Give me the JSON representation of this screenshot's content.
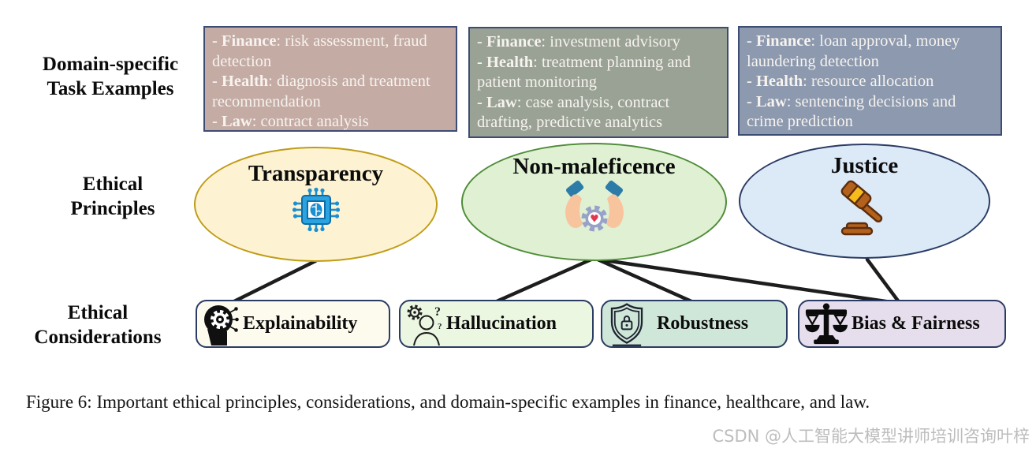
{
  "figure": {
    "caption": "Figure 6: Important ethical principles, considerations, and domain-specific examples in finance, healthcare, and law.",
    "watermark": "CSDN @人工智能大模型讲师培训咨询叶梓"
  },
  "row_labels": {
    "tasks": {
      "line1": "Domain-specific",
      "line2": "Task Examples"
    },
    "principles": {
      "line1": "Ethical",
      "line2": "Principles"
    },
    "considerations": {
      "line1": "Ethical",
      "line2": "Considerations"
    }
  },
  "task_boxes": [
    {
      "bg": "#c4aba4",
      "items": [
        {
          "label": "- Finance",
          "text": ": risk assessment, fraud detection"
        },
        {
          "label": "- Health",
          "text": ": diagnosis and treatment recommendation"
        },
        {
          "label": "- Law",
          "text": ": contract analysis"
        }
      ]
    },
    {
      "bg": "#99a294",
      "items": [
        {
          "label": "- Finance",
          "text": ": investment advisory"
        },
        {
          "label": "- Health",
          "text": ": treatment planning and patient monitoring"
        },
        {
          "label": "- Law",
          "text": ": case analysis, contract drafting, predictive analytics"
        }
      ]
    },
    {
      "bg": "#8c99ae",
      "items": [
        {
          "label": "- Finance",
          "text": ": loan approval, money laundering detection"
        },
        {
          "label": "- Health",
          "text": ": resource allocation"
        },
        {
          "label": "- Law",
          "text": ": sentencing decisions and crime prediction"
        }
      ]
    }
  ],
  "principles": [
    {
      "name": "Transparency",
      "icon": "ai-chip-icon",
      "fill": "#fdf3d3",
      "border": "#c09c15"
    },
    {
      "name": "Non-maleficence",
      "icon": "caring-hands-gear-icon",
      "fill": "#dff0d3",
      "border": "#4f8c38"
    },
    {
      "name": "Justice",
      "icon": "gavel-icon",
      "fill": "#dce9f7",
      "border": "#2b3c64"
    }
  ],
  "considerations": [
    {
      "name": "Explainability",
      "icon": "head-gear-icon",
      "fill": "#fdfaee"
    },
    {
      "name": "Hallucination",
      "icon": "confused-person-icon",
      "fill": "#ecf7e2"
    },
    {
      "name": "Robustness",
      "icon": "shield-lock-icon",
      "fill": "#cfe7d9"
    },
    {
      "name": "Bias & Fairness",
      "icon": "balance-scale-icon",
      "fill": "#e7deed"
    }
  ],
  "icons": {
    "heart_glyph": "♥",
    "question_mark_large": "?",
    "question_mark_small": "?"
  },
  "colors": {
    "connector": "#1d1d1d",
    "task_box_border": "#3d4c74",
    "consideration_border": "#2b3c64",
    "watermark": "#bdbdbd"
  }
}
